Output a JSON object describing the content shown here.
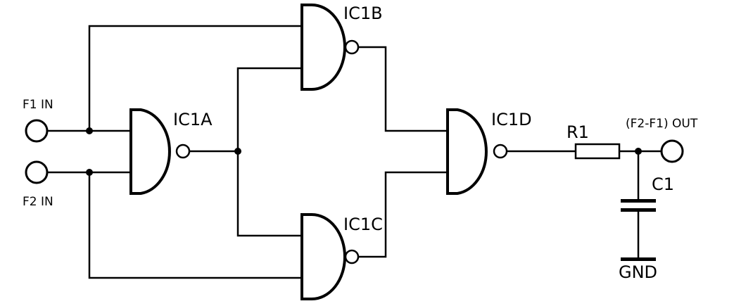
{
  "inputs": {
    "f1": "F1 IN",
    "f2": "F2 IN"
  },
  "gates": {
    "a": "IC1A",
    "b": "IC1B",
    "c": "IC1C",
    "d": "IC1D"
  },
  "resistor": "R1",
  "capacitor": "C1",
  "output": "(F2-F1) OUT",
  "ground": "GND"
}
